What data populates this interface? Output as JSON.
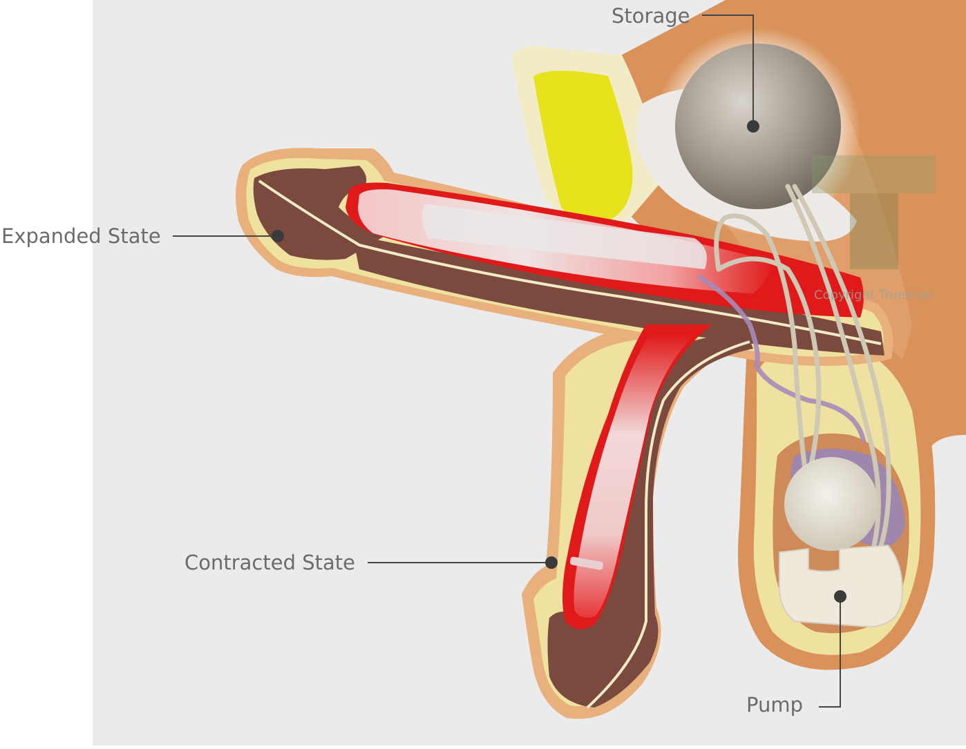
{
  "labels": {
    "storage": "Storage",
    "expanded": "Expanded State",
    "contracted": "Contracted State",
    "pump": "Pump"
  },
  "watermark": "Copyright Trueman",
  "colors": {
    "background_panel": "#ebebeb",
    "skin": "#d9935a",
    "fat_layer": "#efe2a0",
    "tissue_brown": "#7a4a3f",
    "cylinder_red": "#e01a1a",
    "implant_white": "#e9e6e4",
    "reservoir_grey": "#9b948a",
    "tubing": "#cfc8b4",
    "bladder_yellow": "#e6e21c",
    "label_text": "#6b6b6b",
    "leader_line": "#444444"
  }
}
